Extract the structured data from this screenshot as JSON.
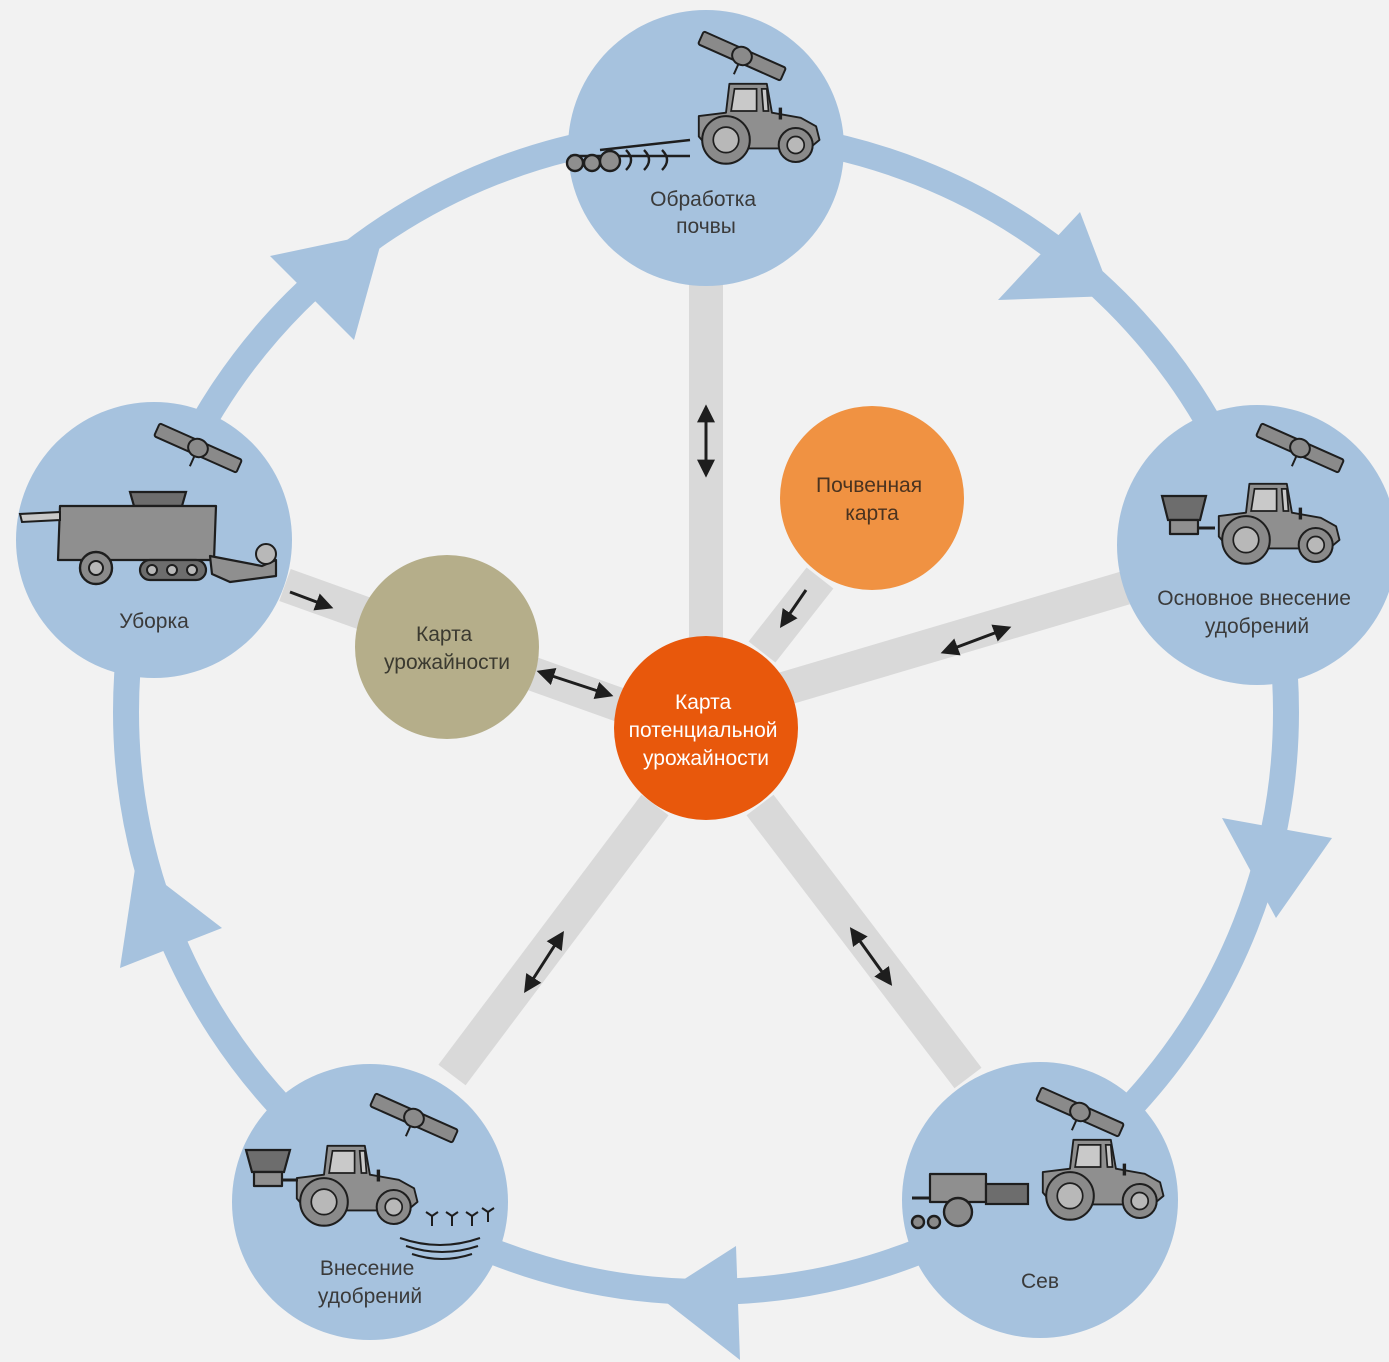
{
  "diagram": {
    "nodes": {
      "tillage": {
        "lines": [
          "Обработка",
          "почвы"
        ]
      },
      "basic_fertilizer": {
        "lines": [
          "Основное внесение",
          "удобрений"
        ]
      },
      "sowing": {
        "lines": [
          "Сев"
        ]
      },
      "fertilizer_application": {
        "lines": [
          "Внесение",
          "удобрений"
        ]
      },
      "harvest": {
        "lines": [
          "Уборка"
        ]
      },
      "yield_map": {
        "lines": [
          "Карта",
          "урожайности"
        ]
      },
      "soil_map": {
        "lines": [
          "Почвенная",
          "карта"
        ]
      },
      "potential_yield_map": {
        "lines": [
          "Карта",
          "потенциальной",
          "урожайности"
        ]
      }
    },
    "colors": {
      "background": "#f2f2f2",
      "cycle_ring": "#a6c2de",
      "stage_circle": "#a6c2de",
      "spoke": "#d9d9d9",
      "center": "#e8580c",
      "soil_map": "#f09242",
      "yield_map": "#b5ae8a",
      "arrow": "#1e1e1e"
    },
    "icons": [
      "satellite-icon",
      "tractor-icon",
      "cultivator-icon",
      "spreader-icon",
      "seed-drill-icon",
      "combine-harvester-icon",
      "sprout-icon"
    ]
  }
}
